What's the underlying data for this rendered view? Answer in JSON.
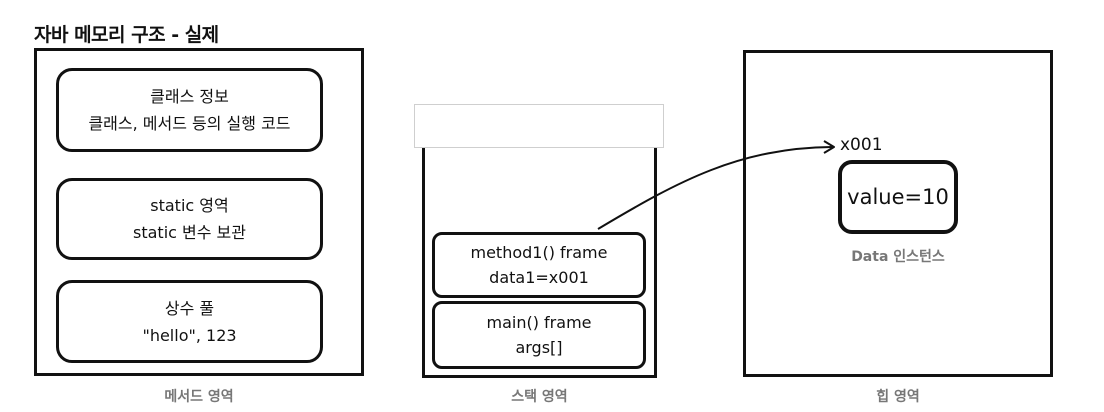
{
  "title": "자바 메모리 구조 - 실제",
  "method_area": {
    "caption": "메서드 영역",
    "class_info": {
      "line1": "클래스 정보",
      "line2": "클래스, 메서드 등의 실행 코드"
    },
    "static_area": {
      "line1": "static 영역",
      "line2": "static 변수 보관"
    },
    "constant_pool": {
      "line1": "상수 풀",
      "line2": "\"hello\", 123"
    }
  },
  "stack_area": {
    "caption": "스택 영역",
    "frames": [
      {
        "line1": "method1() frame",
        "line2": "data1=x001"
      },
      {
        "line1": "main() frame",
        "line2": "args[]"
      }
    ]
  },
  "heap_area": {
    "caption": "힙 영역",
    "address": "x001",
    "value": "value=10",
    "instance_label": "Data 인스턴스"
  }
}
